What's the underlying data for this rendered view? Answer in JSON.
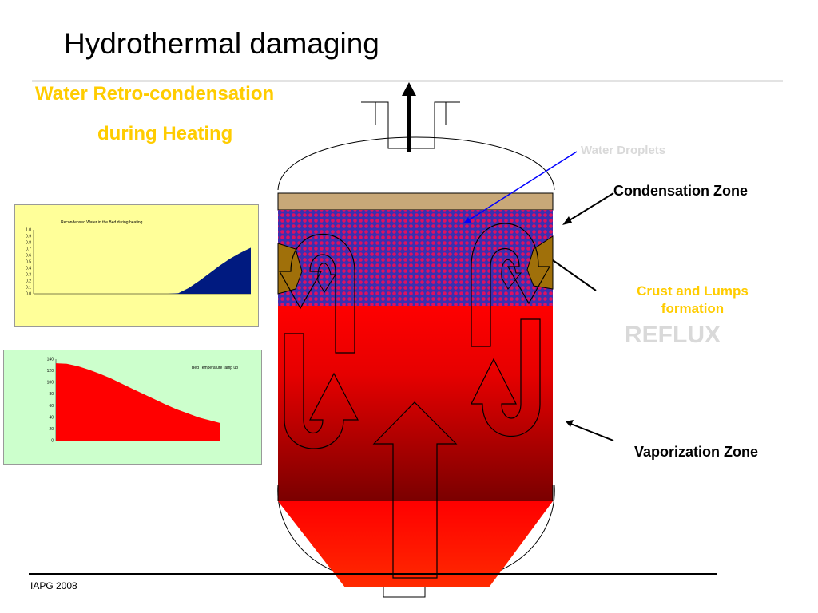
{
  "slide": {
    "title": "Hydrothermal damaging",
    "subtitle_line1": "Water Retro-condensation",
    "subtitle_line2": "during Heating",
    "footer": "IAPG 2008"
  },
  "labels": {
    "water_droplets": "Water Droplets",
    "condensation_zone": "Condensation Zone",
    "crust_line1": "Crust and Lumps",
    "crust_line2": "formation",
    "reflux": "REFLUX",
    "vaporization_zone": "Vaporization Zone"
  },
  "colors": {
    "accent_yellow": "#ffcc00",
    "vessel_red": "#ff0000",
    "vessel_dark_red": "#7a0000",
    "condensation_blue": "#3b2fb0",
    "crust_brown": "#a0700a",
    "lid_tan": "#c8a878",
    "droplet_line": "#0000ff"
  },
  "chart_data": [
    {
      "type": "area",
      "title": "Recondensed Water in the Bed during heating",
      "ylim": [
        0,
        1.0
      ],
      "yticks": [
        "1.0",
        "0.9",
        "0.8",
        "0.7",
        "0.6",
        "0.5",
        "0.4",
        "0.3",
        "0.2",
        "0.1",
        "0.0"
      ],
      "values": [
        0,
        0,
        0,
        0,
        0,
        0,
        0,
        0,
        0,
        0,
        0,
        0,
        0,
        0,
        0.01,
        0.09,
        0.2,
        0.32,
        0.44,
        0.55,
        0.64,
        0.72
      ],
      "fill": "#001a80",
      "background": "#ffff99"
    },
    {
      "type": "area",
      "title": "Bed Temperature ramp up",
      "ylim": [
        0,
        140
      ],
      "yticks": [
        "140",
        "120",
        "100",
        "80",
        "60",
        "40",
        "20",
        "0"
      ],
      "values": [
        133,
        132,
        128,
        122,
        115,
        107,
        98,
        89,
        80,
        71,
        62,
        54,
        47,
        40,
        35,
        30
      ],
      "fill": "#ff0000",
      "background": "#ccffcc"
    }
  ]
}
